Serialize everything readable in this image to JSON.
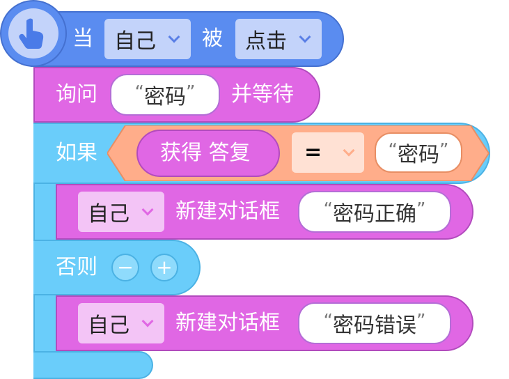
{
  "event": {
    "when": "当",
    "target": "自己",
    "verb": "被",
    "action": "点击"
  },
  "ask": {
    "label": "询问",
    "prompt": "密码",
    "wait": "并等待"
  },
  "if_block": {
    "label": "如果",
    "left": "获得 答复",
    "operator": "=",
    "right": "密码"
  },
  "then_action": {
    "target": "自己",
    "label": "新建对话框",
    "text": "密码正确"
  },
  "else_block": {
    "label": "否则",
    "minus": "−",
    "plus": "+"
  },
  "else_action": {
    "target": "自己",
    "label": "新建对话框",
    "text": "密码错误"
  },
  "quotes": {
    "open": "“",
    "close": "”"
  },
  "colors": {
    "event": "#5a8cf0",
    "dropdown_event": "#c3d3fa",
    "looks": "#e067e4",
    "dropdown_looks": "#f3c4f6",
    "control": "#6acdfa",
    "operator": "#ffad8a",
    "dropdown_operator": "#ffe1d4"
  }
}
